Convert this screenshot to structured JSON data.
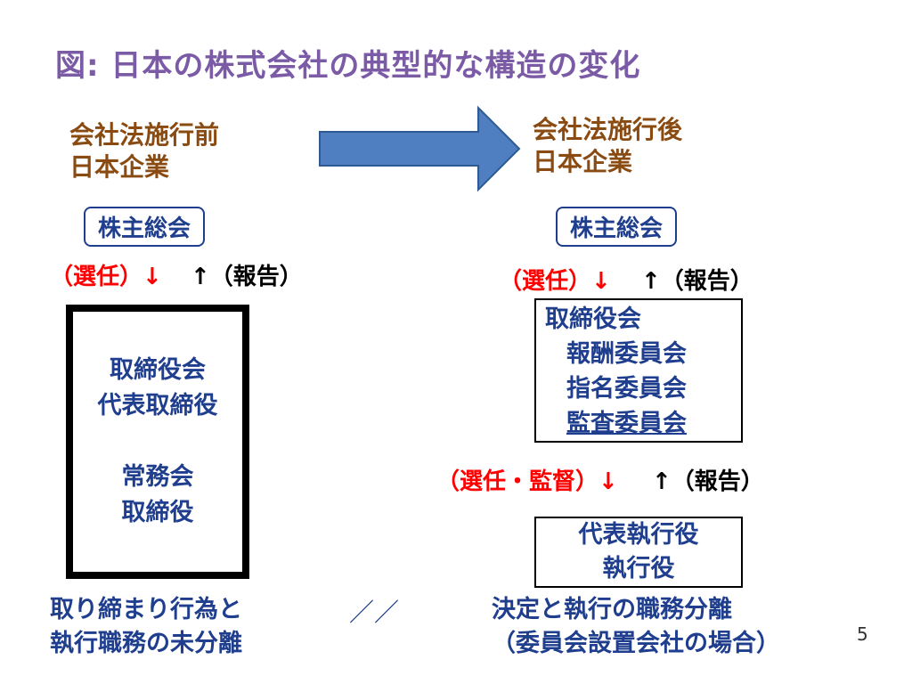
{
  "title": "図:  日本の株式会社の典型的な構造の変化",
  "before": {
    "heading_line1": "会社法施行前",
    "heading_line2": "日本企業",
    "shareholders": "株主総会",
    "elect": "（選任）↓",
    "report": "↑（報告）",
    "board_lines": [
      "取締役会",
      "代表取締役",
      "",
      "常務会",
      "取締役"
    ],
    "footer_line1": "取り締まり行為と",
    "footer_line2": "執行職務の未分離"
  },
  "after": {
    "heading_line1": "会社法施行後",
    "heading_line2": "日本企業",
    "shareholders": "株主総会",
    "elect": "（選任）↓",
    "report": "↑（報告）",
    "board_title": "取締役会",
    "committees": [
      "報酬委員会",
      "指名委員会",
      "監査委員会"
    ],
    "elect_supervise": "（選任・監督）↓",
    "report2": "↑（報告）",
    "exec_lines": [
      "代表執行役",
      "執行役"
    ],
    "footer_line1": "決定と執行の職務分離",
    "footer_line2": "（委員会設置会社の場合）"
  },
  "separator": "／／",
  "page_number": "5",
  "colors": {
    "title": "#7b5aa6",
    "heading": "#8a4b12",
    "text_blue": "#1f3e8e",
    "elect_red": "#ff0000",
    "arrow_fill": "#4f7fc0",
    "arrow_stroke": "#2e5a94"
  }
}
